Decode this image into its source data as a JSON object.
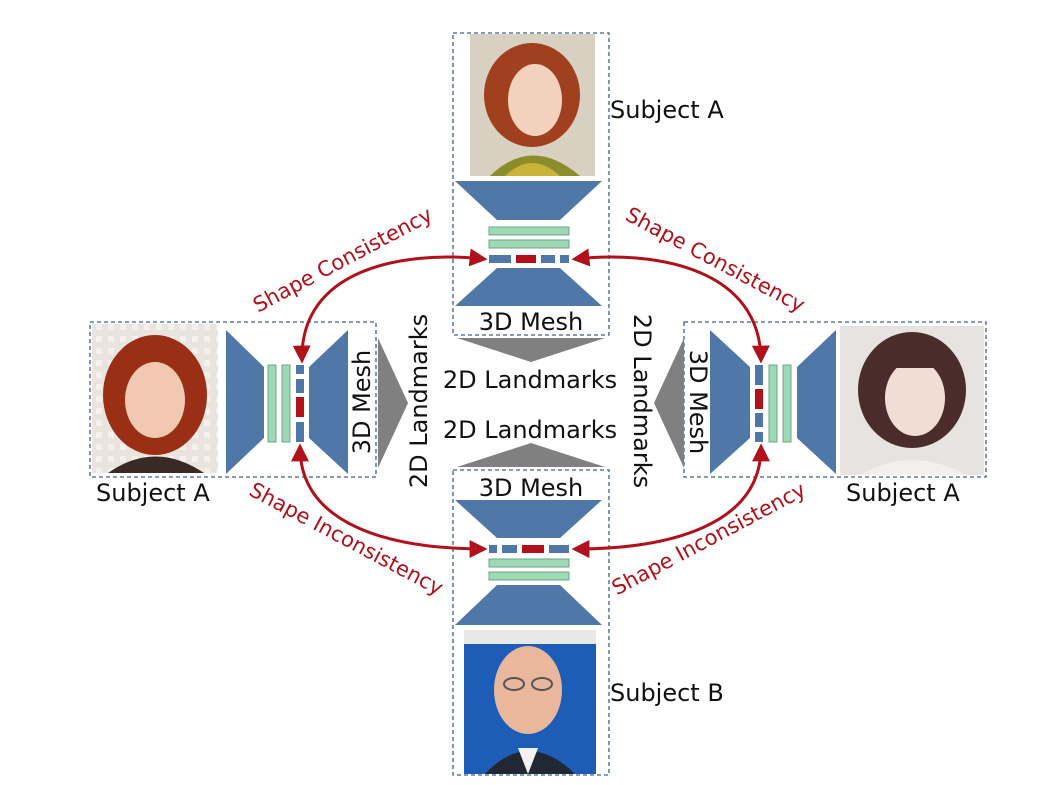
{
  "subjects": {
    "top": "Subject A",
    "left": "Subject A",
    "right": "Subject A",
    "bottom": "Subject B"
  },
  "mesh_labels": {
    "top": "3D Mesh",
    "left": "3D Mesh",
    "right": "3D Mesh",
    "bottom": "3D Mesh"
  },
  "landmark_labels": {
    "center_top": "2D Landmarks",
    "center_bottom": "2D Landmarks",
    "left_vertical": "2D Landmarks",
    "right_vertical": "2D Landmarks"
  },
  "relations": {
    "top_left": "Shape Consistency",
    "top_right": "Shape Consistency",
    "bottom_left": "Shape Inconsistency",
    "bottom_right": "Shape Inconsistency"
  },
  "colors": {
    "encoder_blue": "#4f78a8",
    "feature_green": "#9ed9b6",
    "latent_red": "#b0111a",
    "arrow_red": "#b0111a",
    "arrow_gray": "#808080",
    "dashed_border": "#3a5f92",
    "relation_text": "#b0111a"
  },
  "icons": {
    "face_subject_a": "portrait-photo",
    "face_subject_b": "portrait-photo"
  }
}
